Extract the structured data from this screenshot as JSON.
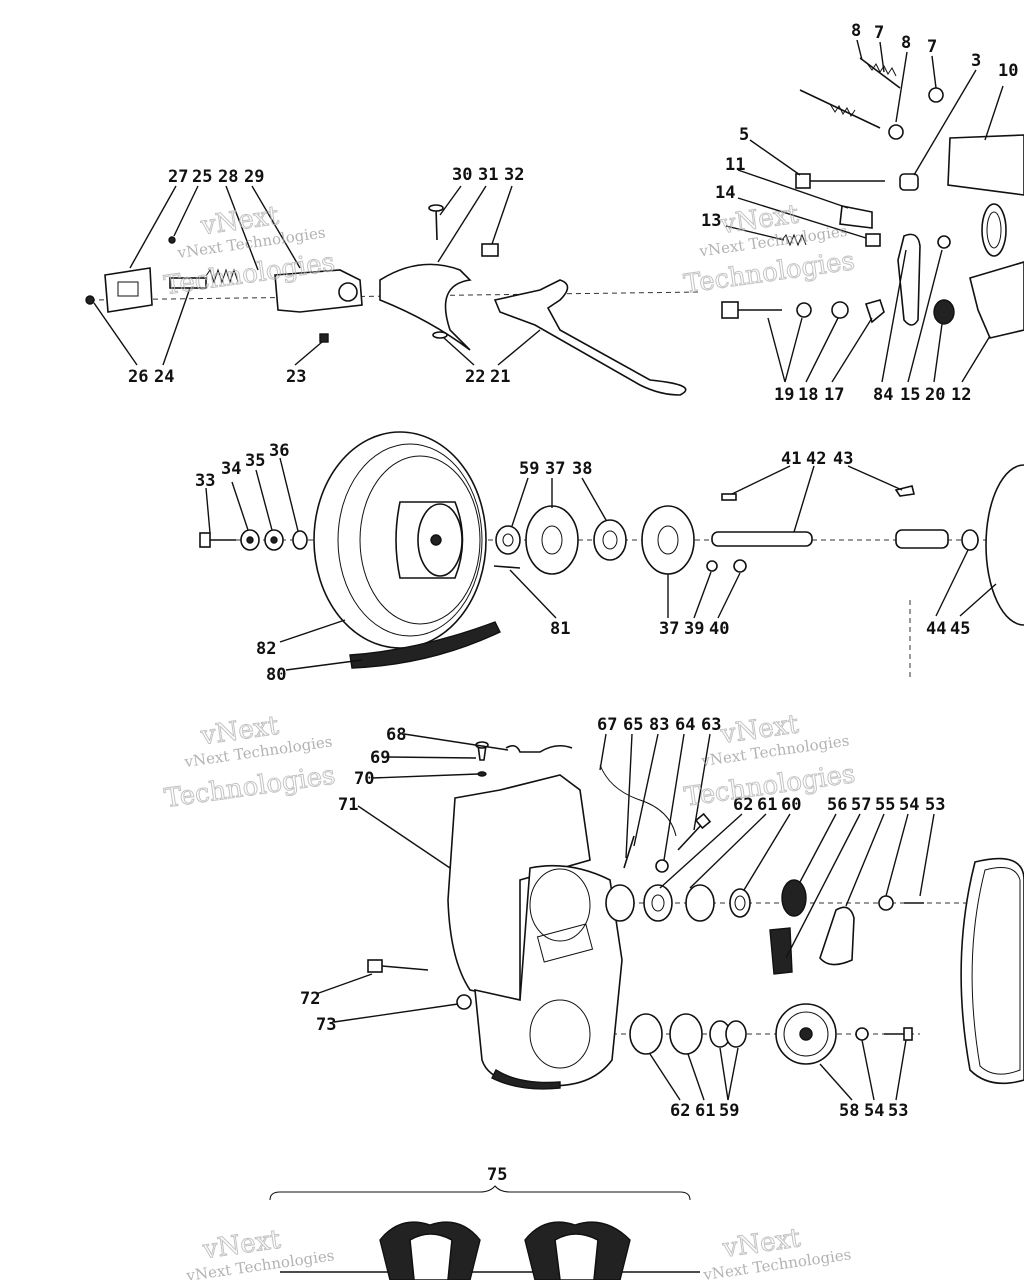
{
  "watermark": {
    "line1": "vNext",
    "line2": "vNext Technologies",
    "line3": "Technologies"
  },
  "section1_left_labels": [
    "27",
    "25",
    "28",
    "29",
    "30",
    "31",
    "32",
    "26",
    "24",
    "23",
    "22",
    "21"
  ],
  "section1_right_labels": [
    "8",
    "7",
    "8",
    "7",
    "3",
    "10",
    "5",
    "11",
    "14",
    "13",
    "19",
    "18",
    "17",
    "84",
    "15",
    "20",
    "12"
  ],
  "section2_labels": [
    "33",
    "34",
    "35",
    "36",
    "82",
    "80",
    "59",
    "37",
    "38",
    "81",
    "37",
    "39",
    "40",
    "41",
    "42",
    "43",
    "44",
    "45"
  ],
  "section3_labels": [
    "68",
    "69",
    "70",
    "71",
    "67",
    "65",
    "83",
    "64",
    "63",
    "62",
    "61",
    "60",
    "56",
    "57",
    "55",
    "54",
    "53",
    "72",
    "73",
    "62",
    "61",
    "59",
    "58",
    "54",
    "53"
  ],
  "section4_labels": [
    "75"
  ]
}
